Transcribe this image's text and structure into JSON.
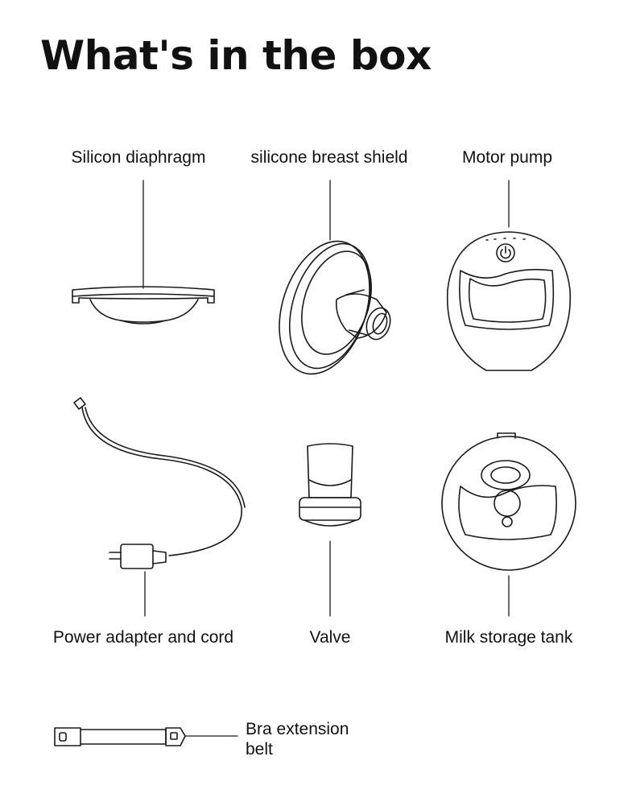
{
  "heading": "What's in the box",
  "items": [
    {
      "id": "diaphragm",
      "label": "Silicon diaphragm",
      "icon": "silicon-diaphragm-icon"
    },
    {
      "id": "shield",
      "label": "silicone breast shield",
      "icon": "breast-shield-icon"
    },
    {
      "id": "motor",
      "label": "Motor pump",
      "icon": "motor-pump-icon"
    },
    {
      "id": "adapter",
      "label": "Power adapter and cord",
      "icon": "power-adapter-icon"
    },
    {
      "id": "valve",
      "label": "Valve",
      "icon": "valve-icon"
    },
    {
      "id": "tank",
      "label": "Milk storage tank",
      "icon": "milk-tank-icon"
    },
    {
      "id": "belt",
      "label": "Bra extension belt",
      "icon": "bra-belt-icon"
    }
  ]
}
